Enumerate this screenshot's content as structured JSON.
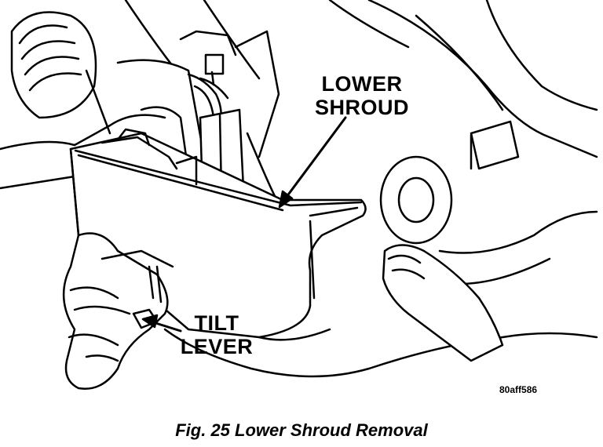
{
  "callouts": {
    "lower_shroud": {
      "line1": "LOWER",
      "line2": "SHROUD"
    },
    "tilt_lever": {
      "line1": "TILT",
      "line2": "LEVER"
    }
  },
  "reference_code": "80aff586",
  "caption": "Fig. 25 Lower Shroud Removal",
  "colors": {
    "ink": "#000000",
    "paper": "#ffffff"
  }
}
